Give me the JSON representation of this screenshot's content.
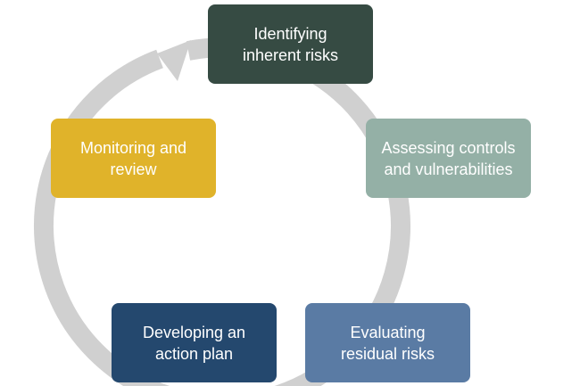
{
  "diagram": {
    "type": "cycle",
    "ring_color": "#d0d0d0",
    "steps": [
      {
        "label": "Identifying\ninherent risks",
        "color": "#364b43"
      },
      {
        "label": "Assessing controls\nand vulnerabilities",
        "color": "#94b0a6"
      },
      {
        "label": "Evaluating\nresidual risks",
        "color": "#5a7ba4"
      },
      {
        "label": "Developing an\naction plan",
        "color": "#24486e"
      },
      {
        "label": "Monitoring and\nreview",
        "color": "#e0b32a"
      }
    ]
  }
}
